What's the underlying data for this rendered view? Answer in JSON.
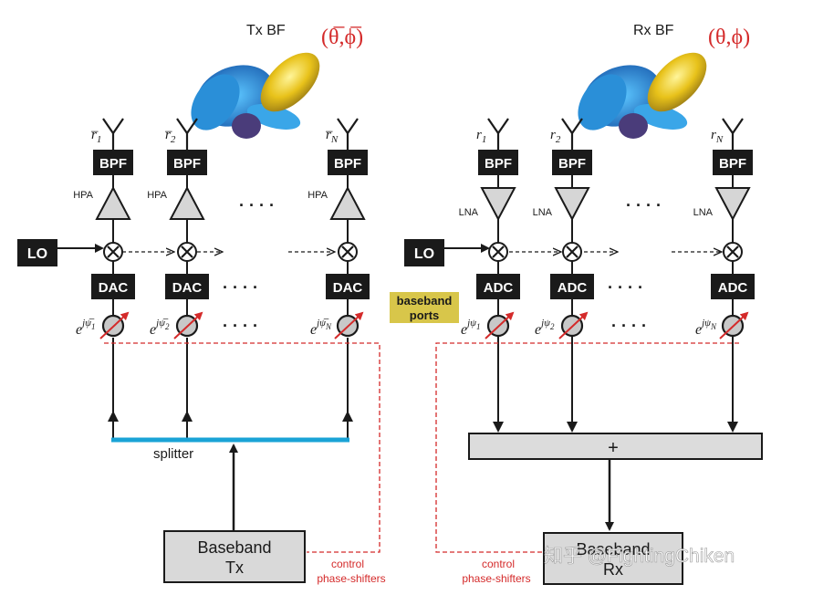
{
  "tx": {
    "title": "Tx BF",
    "angle": "(θ̅,ϕ̅)",
    "antennas": [
      "r̅",
      "r̅",
      "r̅"
    ],
    "antenna_subs": [
      "1",
      "2",
      "N"
    ],
    "bpf": "BPF",
    "amp": "HPA",
    "dac": "DAC",
    "phase_base": "e",
    "phase_exp": [
      "jψ̅",
      "jψ̅",
      "jψ̅"
    ],
    "phase_subs": [
      "1",
      "2",
      "N"
    ],
    "lo": "LO",
    "splitter": "splitter",
    "baseband_line1": "Baseband",
    "baseband_line2": "Tx",
    "control_line1": "control",
    "control_line2": "phase-shifters"
  },
  "rx": {
    "title": "Rx BF",
    "angle": "(θ,ϕ)",
    "antennas": [
      "r",
      "r",
      "r"
    ],
    "antenna_subs": [
      "1",
      "2",
      "N"
    ],
    "bpf": "BPF",
    "amp": "LNA",
    "adc": "ADC",
    "phase_base": "e",
    "phase_exp": [
      "jψ",
      "jψ",
      "jψ"
    ],
    "phase_subs": [
      "1",
      "2",
      "N"
    ],
    "lo": "LO",
    "combiner": "+",
    "baseband_line1": "Baseband",
    "baseband_line2": "Rx",
    "control_line1": "control",
    "control_line2": "phase-shifters"
  },
  "baseband_ports": {
    "line1": "baseband",
    "line2": "ports"
  },
  "ellipsis": "· · · ·",
  "watermark": "知乎 @FightingChiken",
  "colors": {
    "block": "#1a1a1a",
    "amp_fill": "#d6d6d6",
    "phase_fill": "#c8c8c8",
    "red": "#d42a2a",
    "splitter": "#1aa3d6",
    "combiner_fill": "#dcdcdc",
    "tag_fill": "#d8c64a",
    "beam_main": "#e8c21a",
    "beam_side": "#1e8fd8"
  }
}
